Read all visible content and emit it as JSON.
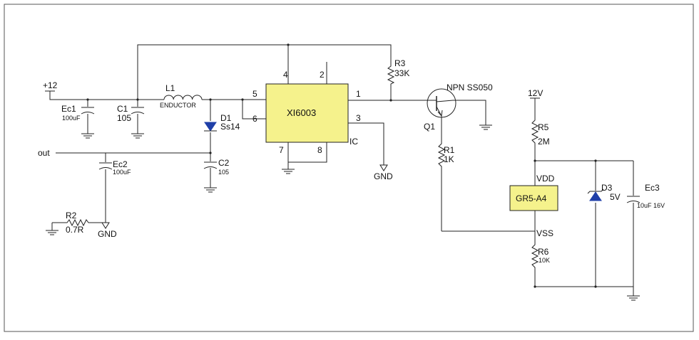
{
  "supply": {
    "plus12": "+12",
    "v12": "12V",
    "out": "out",
    "gnd1": "GND",
    "gnd2": "GND"
  },
  "ic1": {
    "name": "XI6003",
    "pins": [
      "1",
      "2",
      "3",
      "4",
      "5",
      "6",
      "7",
      "8"
    ],
    "note": "IC"
  },
  "ic2": {
    "name": "GR5-A4",
    "vdd": "VDD",
    "vss": "VSS"
  },
  "parts": {
    "ec1": {
      "ref": "Ec1",
      "val": "100uF"
    },
    "c1": {
      "ref": "C1",
      "val": "105"
    },
    "l1": {
      "ref": "L1",
      "val": "ENDUCTOR"
    },
    "d1": {
      "ref": "D1",
      "val": "Ss14"
    },
    "c2": {
      "ref": "C2",
      "val": "105"
    },
    "ec2": {
      "ref": "Ec2",
      "val": "100uF"
    },
    "r2": {
      "ref": "R2",
      "val": "0.7R"
    },
    "r3": {
      "ref": "R3",
      "val": "33K"
    },
    "q1": {
      "ref": "Q1",
      "val": "NPN SS050"
    },
    "r1": {
      "ref": "R1",
      "val": "1K"
    },
    "r5": {
      "ref": "R5",
      "val": "2M"
    },
    "d3": {
      "ref": "D3",
      "val": "5V"
    },
    "ec3": {
      "ref": "Ec3",
      "val": "10uF 16V"
    },
    "r6": {
      "ref": "R6",
      "val": "10K"
    }
  },
  "colors": {
    "ic_fill": "#F5F28C",
    "diode_fill": "#1F3FA8",
    "wire": "#222222"
  }
}
